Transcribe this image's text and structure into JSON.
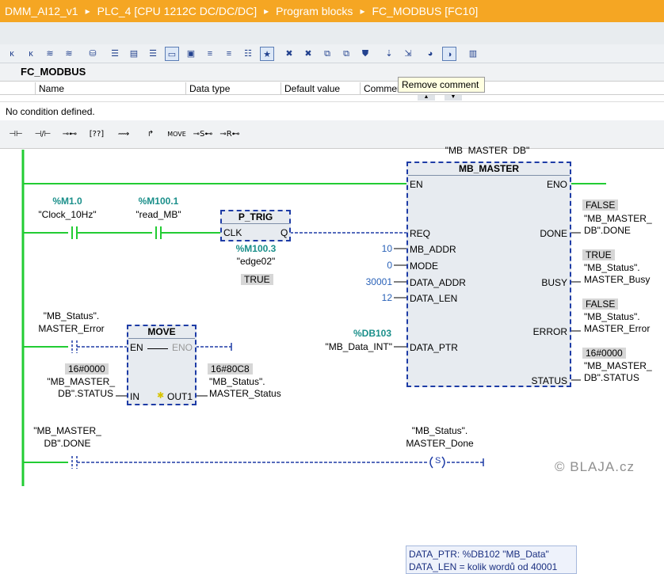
{
  "breadcrumb": {
    "items": [
      "DMM_AI12_v1",
      "PLC_4 [CPU 1212C DC/DC/DC]",
      "Program blocks",
      "FC_MODBUS [FC10]"
    ]
  },
  "toolbar": {
    "icons": [
      "insert-network-icon",
      "delete-network-icon",
      "insert-row-icon",
      "add-row-icon",
      "move-icon",
      "absolute-operands-icon",
      "network-overview-icon",
      "show-comments-icon",
      "remove-comment-icon",
      "call-block-icon",
      "goto-icon",
      "modify-icon",
      "close-network-icon",
      "monitor-icon",
      "glasses-icon"
    ],
    "tooltip": "Remove comment"
  },
  "block": {
    "title": "FC_MODBUS",
    "columns": [
      "Name",
      "Data type",
      "Default value",
      "Commer"
    ]
  },
  "condition": "No condition defined.",
  "ladder_palette": [
    "⊣⊢",
    "⊣/⊢",
    "⊸⊷",
    "[??]",
    "⟿",
    "↱",
    "MOVE",
    "⊸S⊷",
    "⊸R⊷"
  ],
  "network": {
    "contact1": {
      "address": "%M1.0",
      "name": "\"Clock_10Hz\""
    },
    "contact2": {
      "address": "%M100.1",
      "name": "\"read_MB\""
    },
    "ptrig": {
      "title": "P_TRIG",
      "clk": "CLK",
      "q": "Q",
      "address": "%M100.3",
      "name": "\"edge02\"",
      "value": "TRUE"
    },
    "mbmaster": {
      "instance": "\"MB_MASTER_DB\"",
      "title": "MB_MASTER",
      "in_pins": [
        "EN",
        "REQ",
        "MB_ADDR",
        "MODE",
        "DATA_ADDR",
        "DATA_LEN",
        "DATA_PTR"
      ],
      "out_pins": [
        "ENO",
        "DONE",
        "BUSY",
        "ERROR",
        "STATUS"
      ],
      "in_values": [
        "10",
        "0",
        "30001",
        "12"
      ],
      "data_ptr_address": "%DB103",
      "data_ptr_name": "\"MB_Data_INT\"",
      "done": {
        "value": "FALSE",
        "name1": "\"MB_MASTER_",
        "name2": "DB\".DONE"
      },
      "busy": {
        "value": "TRUE",
        "name1": "\"MB_Status\".",
        "name2": "MASTER_Busy"
      },
      "error": {
        "value": "FALSE",
        "name1": "\"MB_Status\".",
        "name2": "MASTER_Error"
      },
      "status": {
        "value": "16#0000",
        "name1": "\"MB_MASTER_",
        "name2": "DB\".STATUS"
      },
      "comment1": "DATA_PTR: %DB102 \"MB_Data\"",
      "comment2": "DATA_LEN = kolik wordů od 40001"
    },
    "contact3": {
      "name1": "\"MB_Status\".",
      "name2": "MASTER_Error"
    },
    "move": {
      "title": "MOVE",
      "en": "EN",
      "eno": "ENO",
      "in": "IN",
      "out": "OUT1",
      "in_value": "16#0000",
      "in_name1": "\"MB_MASTER_",
      "in_name2": "DB\".STATUS",
      "out_value": "16#80C8",
      "out_name1": "\"MB_Status\".",
      "out_name2": "MASTER_Status"
    },
    "contact4": {
      "name1": "\"MB_MASTER_",
      "name2": "DB\".DONE"
    },
    "set_coil": {
      "name1": "\"MB_Status\".",
      "name2": "MASTER_Done",
      "symbol": "S"
    }
  },
  "watermark": "© BLAJA.cz",
  "colors": {
    "title_bar": "#f5a623",
    "power_flow": "#22cc33",
    "no_flow": "#1e3ca6",
    "address": "#1a8f8a"
  }
}
